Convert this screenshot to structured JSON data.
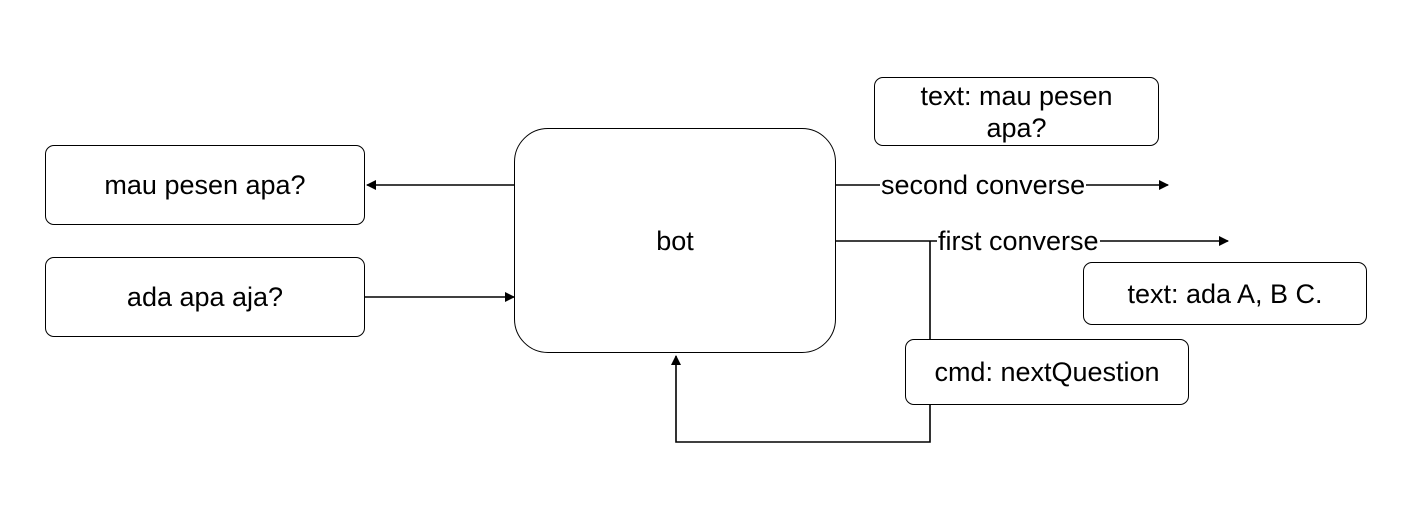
{
  "nodes": {
    "question_out": "mau pesen apa?",
    "question_in": "ada apa aja?",
    "bot": "bot",
    "second_text": "text: mau pesen apa?",
    "first_text": "text: ada A, B C.",
    "cmd": "cmd: nextQuestion"
  },
  "edges": {
    "second": "second converse",
    "first": "first converse"
  },
  "colors": {
    "stroke": "#000000",
    "background": "#ffffff"
  }
}
